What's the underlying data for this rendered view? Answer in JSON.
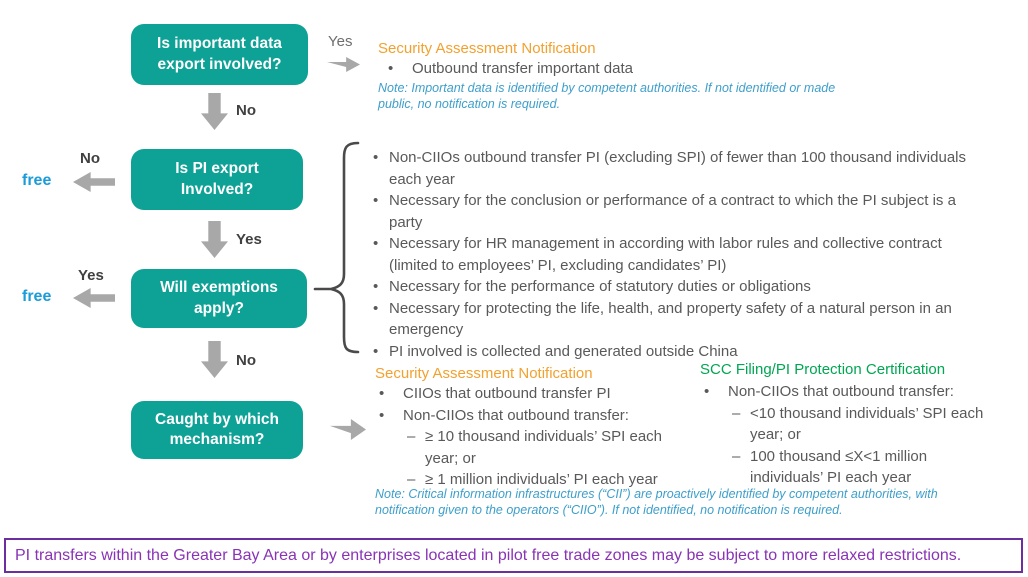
{
  "flow": {
    "q1": {
      "label": "Is important data export involved?"
    },
    "q2": {
      "label": "Is PI export Involved?"
    },
    "q3": {
      "label": "Will exemptions apply?"
    },
    "q4": {
      "label": "Caught by which mechanism?"
    },
    "edges": {
      "q1_yes": "Yes",
      "q1_no": "No",
      "q2_no": "No",
      "q2_yes": "Yes",
      "q3_yes": "Yes",
      "q3_no": "No",
      "free_top": "free",
      "free_bottom": "free"
    }
  },
  "security_assessment_top": {
    "title": "Security Assessment Notification",
    "bullet": "Outbound transfer important data",
    "note": "Note: Important data is identified by competent authorities. If not identified or made public, no notification is required."
  },
  "exemptions": {
    "items": [
      "Non-CIIOs outbound transfer PI (excluding SPI) of fewer than 100 thousand individuals each year",
      "Necessary for the conclusion or performance of a contract to which the PI subject is a party",
      "Necessary for HR management in according with labor rules and collective contract (limited to employees’ PI, excluding candidates’ PI)",
      "Necessary for the performance of statutory duties or obligations",
      "Necessary for protecting the life, health, and property safety of a natural person in an emergency",
      "PI involved is collected and generated outside China"
    ]
  },
  "mechanisms": {
    "security_assessment": {
      "title": "Security Assessment Notification",
      "bullet1": "CIIOs that outbound transfer PI",
      "bullet2": "Non-CIIOs that outbound transfer:",
      "sub1": "≥ 10 thousand individuals’ SPI each year; or",
      "sub2": "≥ 1 million individuals’ PI each year",
      "note": "Note: Critical information infrastructures (“CII”) are proactively identified by competent authorities, with notification given to the operators (“CIIO”). If not identified, no notification is required."
    },
    "scc_certification": {
      "title": "SCC Filing/PI Protection Certification",
      "bullet1": "Non-CIIOs that outbound transfer:",
      "sub1": "<10 thousand individuals’ SPI each year; or",
      "sub2": "100 thousand ≤X<1 million individuals’ PI each year"
    }
  },
  "banner": {
    "text": "PI transfers within the Greater Bay Area or by enterprises located in pilot free trade zones may be subject to more relaxed restrictions."
  },
  "colors": {
    "box_teal": "#0EA296",
    "orange_header": "#F2A12F",
    "green_header": "#00A651",
    "note_blue": "#3D9FCB",
    "free_blue": "#1B9CD9",
    "arrow_gray": "#A8A8A8",
    "label_dark": "#404040",
    "body_gray": "#595959",
    "banner_purple": "#8933B5"
  }
}
